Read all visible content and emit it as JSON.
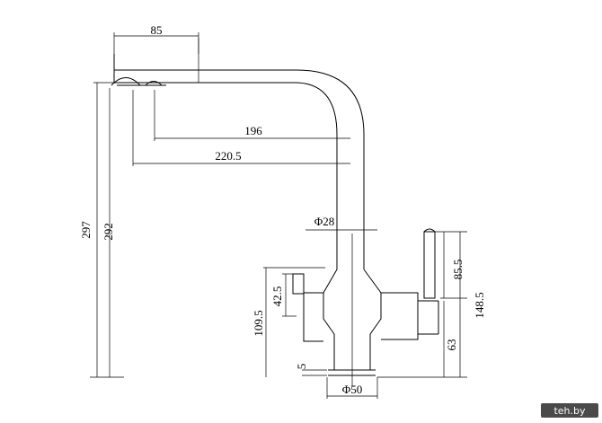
{
  "dimensions": {
    "top_width": "85",
    "reach_196": "196",
    "reach_220": "220.5",
    "pipe_diameter": "Φ28",
    "total_height_297": "297",
    "total_height_292": "292",
    "lever_42": "42.5",
    "body_109": "109.5",
    "gap_5": "5",
    "base_diameter": "Φ50",
    "handle_85": "85.5",
    "handle_148": "148.5",
    "handle_63": "63"
  },
  "watermark": {
    "text": "teh.by"
  }
}
